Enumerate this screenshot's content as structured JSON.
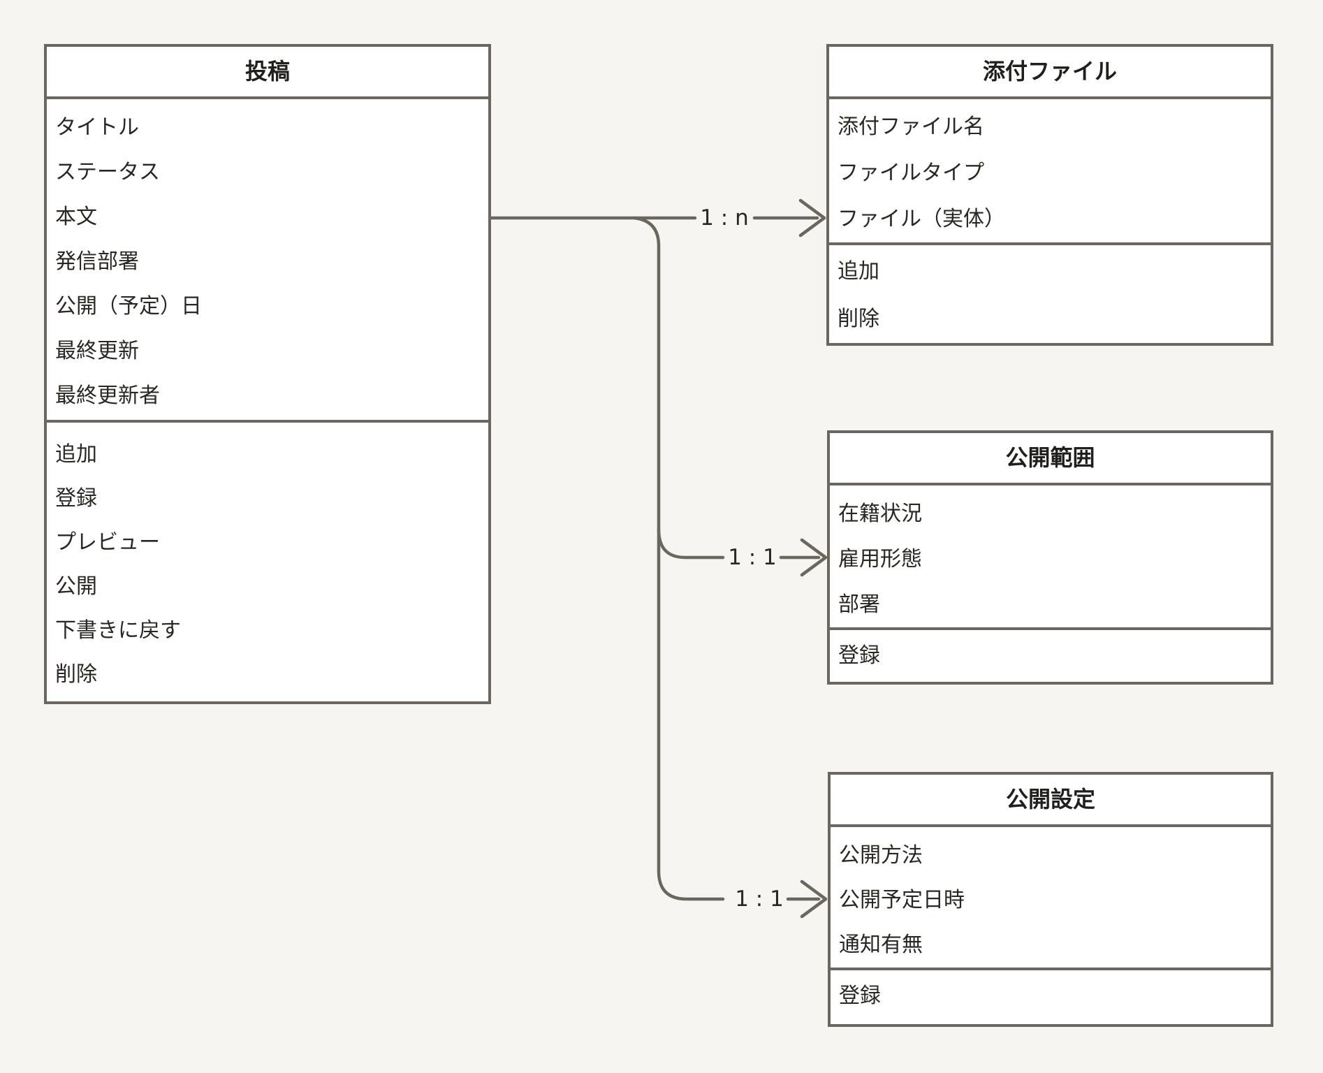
{
  "diagram": {
    "colors": {
      "background": "#f6f5f2",
      "box_fill": "#ffffff",
      "line": "#6b675e",
      "text": "#2a2722"
    },
    "entities": [
      {
        "id": "post",
        "title": "投稿",
        "fields": [
          "タイトル",
          "ステータス",
          "本文",
          "発信部署",
          "公開（予定）日",
          "最終更新",
          "最終更新者"
        ],
        "actions": [
          "追加",
          "登録",
          "プレビュー",
          "公開",
          "下書きに戻す",
          "削除"
        ]
      },
      {
        "id": "attachment",
        "title": "添付ファイル",
        "fields": [
          "添付ファイル名",
          "ファイルタイプ",
          "ファイル（実体）"
        ],
        "actions": [
          "追加",
          "削除"
        ]
      },
      {
        "id": "publish-scope",
        "title": "公開範囲",
        "fields": [
          "在籍状況",
          "雇用形態",
          "部署"
        ],
        "actions": [
          "登録"
        ]
      },
      {
        "id": "publish-settings",
        "title": "公開設定",
        "fields": [
          "公開方法",
          "公開予定日時",
          "通知有無"
        ],
        "actions": [
          "登録"
        ]
      }
    ],
    "relations": [
      {
        "from": "投稿",
        "to": "添付ファイル",
        "label": "1 : n"
      },
      {
        "from": "投稿",
        "to": "公開範囲",
        "label": "1 : 1"
      },
      {
        "from": "投稿",
        "to": "公開設定",
        "label": "1 : 1"
      }
    ]
  }
}
